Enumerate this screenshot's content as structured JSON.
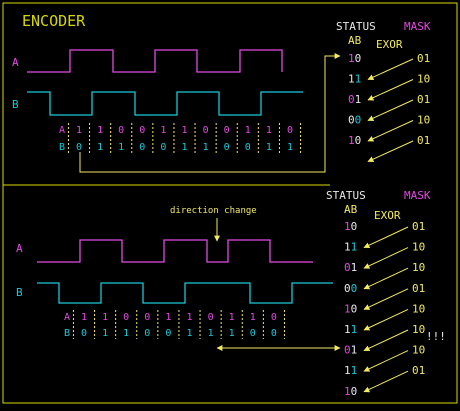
{
  "title": "ENCODER",
  "colors": {
    "frame": "#d7d700",
    "signal_a": "#e24ae2",
    "signal_b": "#19c8d8",
    "status": "#e8e8e8",
    "mask": "#f2ea60",
    "a_label": "#e24ae2",
    "b_label": "#19c8d8",
    "status_digits": "#e8e8e8",
    "hl_a": "#e24ae2",
    "hl_b": "#19c8d8"
  },
  "top": {
    "signal_a_label": "A",
    "signal_b_label": "B",
    "seq_a": [
      "1",
      "1",
      "0",
      "0",
      "1",
      "1",
      "0",
      "0",
      "1",
      "1",
      "0"
    ],
    "seq_b": [
      "0",
      "1",
      "1",
      "0",
      "0",
      "1",
      "1",
      "0",
      "0",
      "1",
      "1"
    ],
    "seq_a_label": "A",
    "seq_b_label": "B",
    "status_header": "STATUS",
    "mask_header": "MASK",
    "ab_label": "AB",
    "exor_label": "EXOR",
    "status_values": [
      "10",
      "11",
      "01",
      "00",
      "10"
    ],
    "status_hl": [
      "a",
      "b",
      "a",
      "b",
      "a"
    ],
    "mask_values": [
      "01",
      "10",
      "01",
      "10",
      "01"
    ]
  },
  "bottom": {
    "direction_label": "direction change",
    "signal_a_label": "A",
    "signal_b_label": "B",
    "seq_a": [
      "1",
      "1",
      "0",
      "0",
      "1",
      "1",
      "0",
      "1",
      "1",
      "0"
    ],
    "seq_b": [
      "0",
      "1",
      "1",
      "0",
      "0",
      "1",
      "1",
      "1",
      "0",
      "0"
    ],
    "seq_a_label": "A",
    "seq_b_label": "B",
    "status_header": "STATUS",
    "mask_header": "MASK",
    "ab_label": "AB",
    "exor_label": "EXOR",
    "status_values": [
      "10",
      "11",
      "01",
      "00",
      "10",
      "11",
      "01",
      "11",
      "10"
    ],
    "status_hl": [
      "a",
      "b",
      "a",
      "b",
      "a",
      "b",
      "a",
      "b",
      "a"
    ],
    "mask_values": [
      "01",
      "10",
      "10",
      "01",
      "10",
      "10",
      "10",
      "01"
    ],
    "alert": "!!!"
  }
}
